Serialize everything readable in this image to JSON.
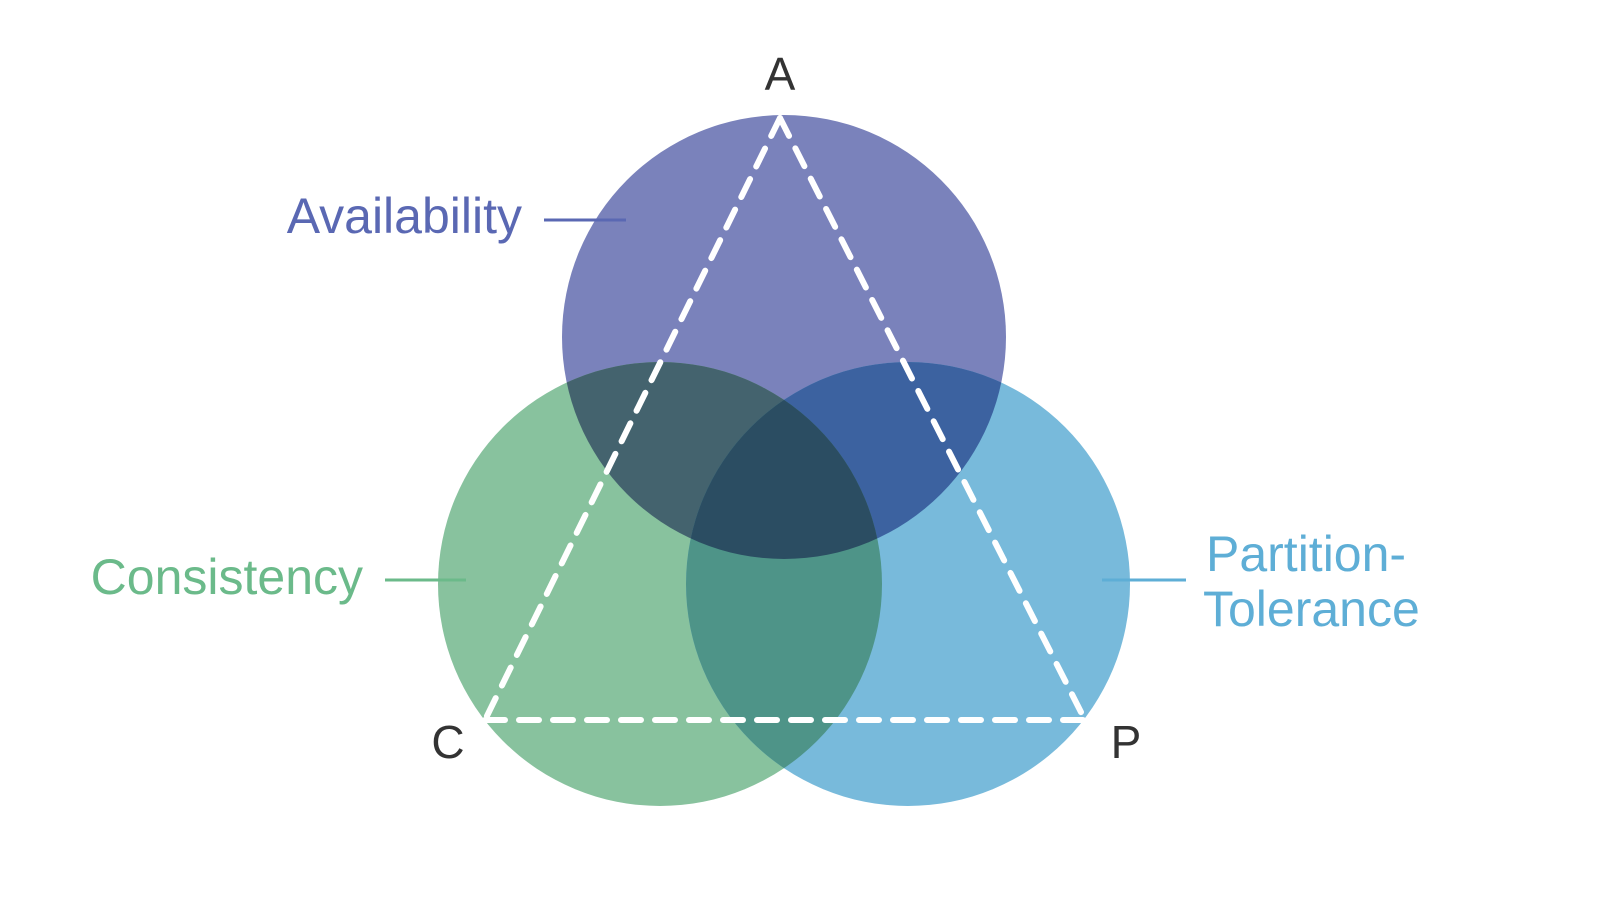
{
  "title": "CAP Theorem",
  "sets": [
    {
      "id": "availability",
      "label": "Availability",
      "vertex": "A",
      "color": "#7A82BB",
      "text_color": "#5A68B3"
    },
    {
      "id": "consistency",
      "label": "Consistency",
      "vertex": "C",
      "color": "#88C29E",
      "text_color": "#6BBA8A"
    },
    {
      "id": "partition",
      "label_lines": [
        "Partition-",
        "Tolerance"
      ],
      "vertex": "P",
      "color": "#78BADB",
      "text_color": "#5EAED6"
    }
  ],
  "overlaps": {
    "availability_consistency": "#44636E",
    "availability_partition": "#3C62A0",
    "consistency_partition": "#4E9488",
    "all_three": "#2B4D62"
  },
  "triangle": {
    "vertices": [
      "A",
      "C",
      "P"
    ],
    "stroke_color": "#FFFFFF",
    "style": "dashed"
  },
  "labels": {
    "availability": "Availability",
    "consistency": "Consistency",
    "partition_line1": "Partition-",
    "partition_line2": "Tolerance",
    "vertex_a": "A",
    "vertex_c": "C",
    "vertex_p": "P"
  }
}
